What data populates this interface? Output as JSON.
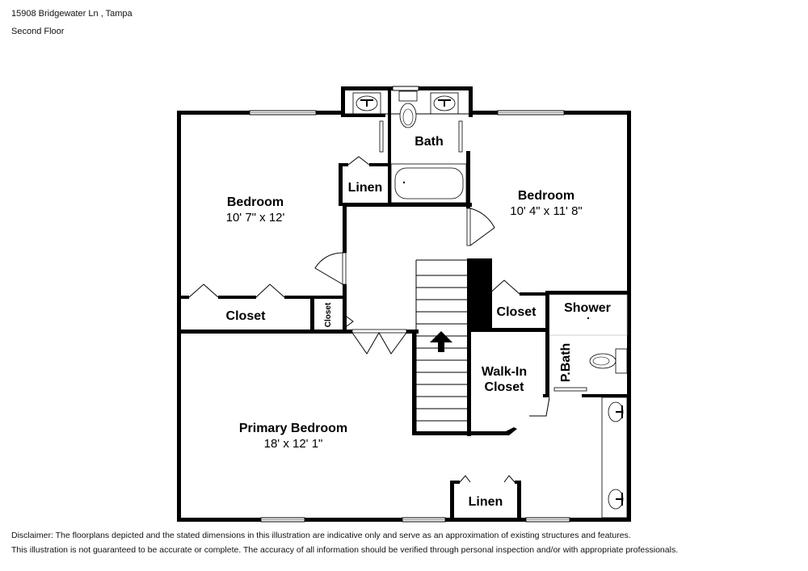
{
  "header": {
    "address": "15908 Bridgewater Ln , Tampa",
    "floor": "Second Floor"
  },
  "rooms": {
    "bedroom_left": {
      "name": "Bedroom",
      "dims": "10' 7\" x 12'"
    },
    "bedroom_right": {
      "name": "Bedroom",
      "dims": "10' 4\" x 11' 8\""
    },
    "primary_bedroom": {
      "name": "Primary Bedroom",
      "dims": "18' x 12' 1\""
    },
    "bath": {
      "name": "Bath"
    },
    "linen_top": {
      "name": "Linen"
    },
    "linen_bottom": {
      "name": "Linen"
    },
    "closet_left": {
      "name": "Closet"
    },
    "closet_small": {
      "name": "Closet"
    },
    "closet_right": {
      "name": "Closet"
    },
    "shower": {
      "name": "Shower"
    },
    "primary_bath": {
      "name": "P.Bath"
    },
    "walk_in_closet": {
      "name_line1": "Walk-In",
      "name_line2": "Closet"
    }
  },
  "disclaimer": {
    "line1": "Disclaimer: The floorplans depicted and the stated dimensions in this illustration are indicative only and serve as an approximation of existing structures and features.",
    "line2": "This illustration is not guaranteed to be accurate or complete. The accuracy of all information should be verified through personal inspection and/or with appropriate professionals."
  }
}
